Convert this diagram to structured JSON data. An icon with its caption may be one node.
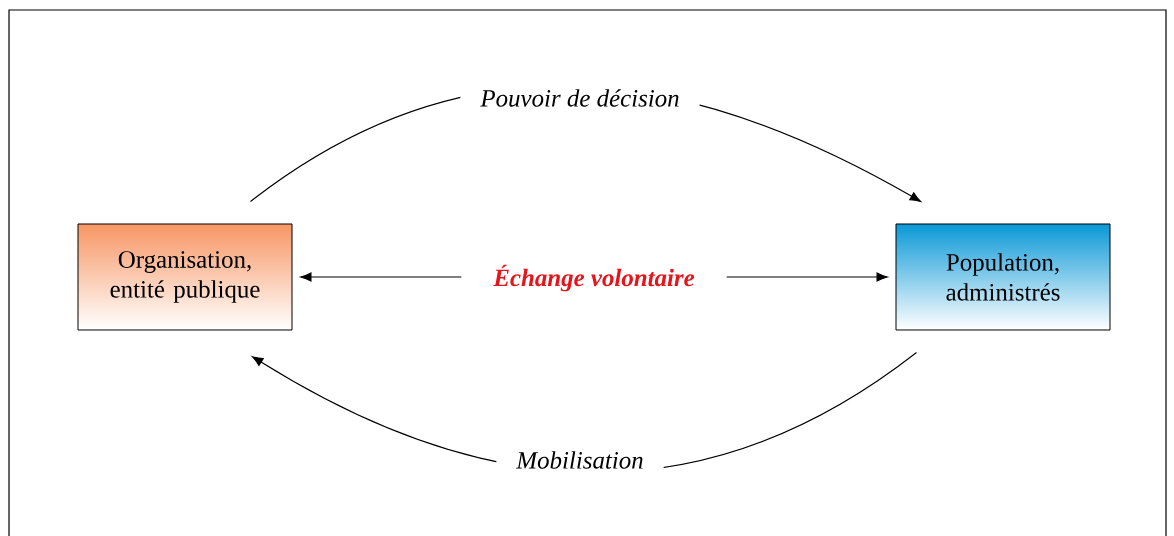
{
  "diagram": {
    "nodes": [
      {
        "text": [
          "Organisation, entité publique"
        ]
      },
      {
        "text": [
          "Population, administrés"
        ]
      }
    ],
    "edges": [
      {
        "from": 0,
        "to": 1,
        "arrow": "to",
        "label": "Pouvoir de décision"
      },
      {
        "from": 0,
        "to": 1,
        "arrow": "both",
        "label": "Échange volontaire"
      },
      {
        "from": 1,
        "to": 0,
        "arrow": "to",
        "label": "Mobilisation"
      }
    ]
  }
}
